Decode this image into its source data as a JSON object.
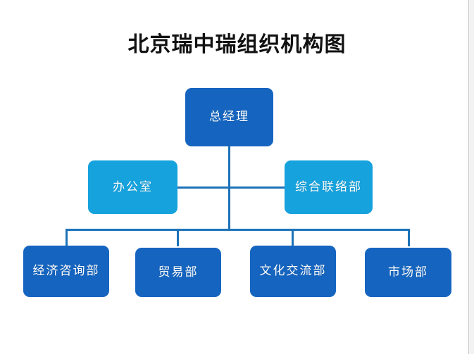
{
  "document": {
    "title": "北京瑞中瑞组织机构图",
    "background_color": "#ffffff"
  },
  "colors": {
    "level0_box": "#1565C0",
    "level1_box": "#15A2DD",
    "level2_box": "#1565C0",
    "connector": "#1D72B8",
    "title_text": "#111111",
    "box_text": "#ffffff",
    "page_edge": "#c9c9c9"
  },
  "org_chart": {
    "type": "diagram",
    "levels": [
      {
        "level": 0,
        "nodes": [
          {
            "id": "gm",
            "label": "总经理"
          }
        ]
      },
      {
        "level": 1,
        "nodes": [
          {
            "id": "office",
            "label": "办公室"
          },
          {
            "id": "liaison",
            "label": "综合联络部"
          }
        ]
      },
      {
        "level": 2,
        "nodes": [
          {
            "id": "econ",
            "label": "经济咨询部"
          },
          {
            "id": "trade",
            "label": "贸易部"
          },
          {
            "id": "culture",
            "label": "文化交流部"
          },
          {
            "id": "market",
            "label": "市场部"
          }
        ]
      }
    ],
    "edges": [
      {
        "from": "gm",
        "to": "office"
      },
      {
        "from": "gm",
        "to": "liaison"
      },
      {
        "from": "gm",
        "to": "econ"
      },
      {
        "from": "gm",
        "to": "trade"
      },
      {
        "from": "gm",
        "to": "culture"
      },
      {
        "from": "gm",
        "to": "market"
      }
    ]
  }
}
